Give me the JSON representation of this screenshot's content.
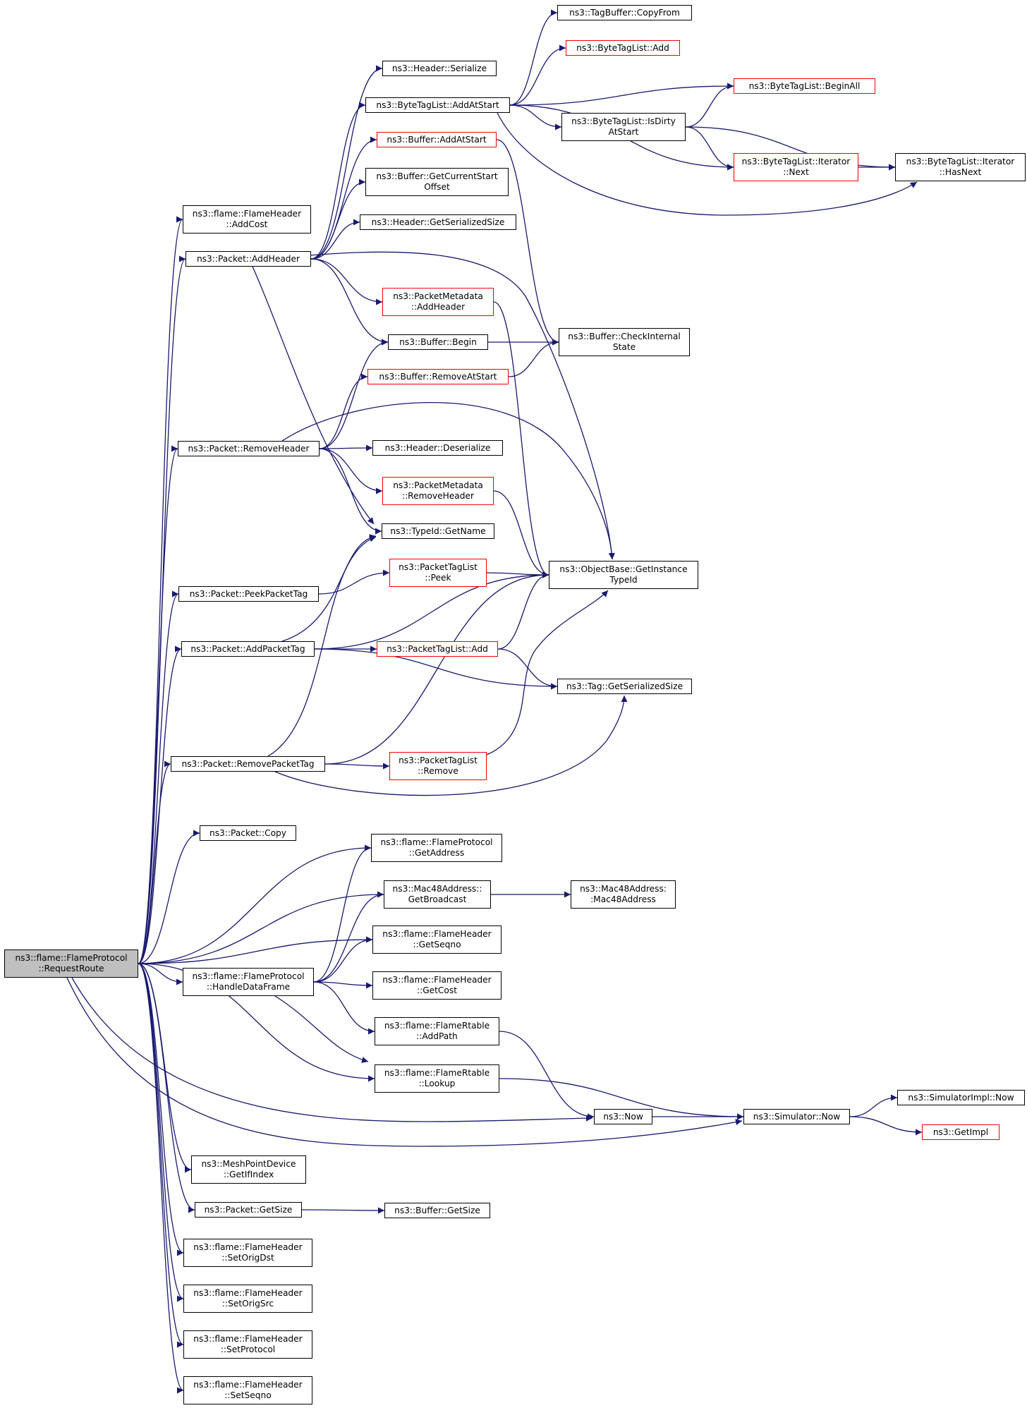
{
  "graph": {
    "edge_color": "#191970",
    "truncated_border_color": "#ff0000",
    "root_fill": "#bfbfbf",
    "nodes": [
      {
        "id": "root",
        "lines": [
          "ns3::flame::FlameProtocol",
          "::RequestRoute"
        ],
        "truncated": false,
        "root": true
      },
      {
        "id": "addcost",
        "lines": [
          "ns3::flame::FlameHeader",
          "::AddCost"
        ],
        "truncated": false
      },
      {
        "id": "addheader",
        "lines": [
          "ns3::Packet::AddHeader"
        ],
        "truncated": false
      },
      {
        "id": "removeheader",
        "lines": [
          "ns3::Packet::RemoveHeader"
        ],
        "truncated": false
      },
      {
        "id": "peekpackettag",
        "lines": [
          "ns3::Packet::PeekPacketTag"
        ],
        "truncated": false
      },
      {
        "id": "addpackettag",
        "lines": [
          "ns3::Packet::AddPacketTag"
        ],
        "truncated": false
      },
      {
        "id": "removepackettag",
        "lines": [
          "ns3::Packet::RemovePacketTag"
        ],
        "truncated": false
      },
      {
        "id": "copy",
        "lines": [
          "ns3::Packet::Copy"
        ],
        "truncated": false
      },
      {
        "id": "handledataframe",
        "lines": [
          "ns3::flame::FlameProtocol",
          "::HandleDataFrame"
        ],
        "truncated": false
      },
      {
        "id": "meshgetifindex",
        "lines": [
          "ns3::MeshPointDevice",
          "::GetIfIndex"
        ],
        "truncated": false
      },
      {
        "id": "packetgetsize",
        "lines": [
          "ns3::Packet::GetSize"
        ],
        "truncated": false
      },
      {
        "id": "setorigdst",
        "lines": [
          "ns3::flame::FlameHeader",
          "::SetOrigDst"
        ],
        "truncated": false
      },
      {
        "id": "setorigsrc",
        "lines": [
          "ns3::flame::FlameHeader",
          "::SetOrigSrc"
        ],
        "truncated": false
      },
      {
        "id": "setprotocol",
        "lines": [
          "ns3::flame::FlameHeader",
          "::SetProtocol"
        ],
        "truncated": false
      },
      {
        "id": "setseqno",
        "lines": [
          "ns3::flame::FlameHeader",
          "::SetSeqno"
        ],
        "truncated": false
      },
      {
        "id": "headerserialize",
        "lines": [
          "ns3::Header::Serialize"
        ],
        "truncated": false
      },
      {
        "id": "bytetagaddatstart",
        "lines": [
          "ns3::ByteTagList::AddAtStart"
        ],
        "truncated": false
      },
      {
        "id": "bufferaddatstart",
        "lines": [
          "ns3::Buffer::AddAtStart"
        ],
        "truncated": true
      },
      {
        "id": "buffergetcurrentstart",
        "lines": [
          "ns3::Buffer::GetCurrentStart",
          "Offset"
        ],
        "truncated": false
      },
      {
        "id": "headergetserializedsize",
        "lines": [
          "ns3::Header::GetSerializedSize"
        ],
        "truncated": false
      },
      {
        "id": "pmaddheader",
        "lines": [
          "ns3::PacketMetadata",
          "::AddHeader"
        ],
        "truncated": true
      },
      {
        "id": "bufferbegin",
        "lines": [
          "ns3::Buffer::Begin"
        ],
        "truncated": false
      },
      {
        "id": "bufferremoveatstart",
        "lines": [
          "ns3::Buffer::RemoveAtStart"
        ],
        "truncated": true
      },
      {
        "id": "headerdeserialize",
        "lines": [
          "ns3::Header::Deserialize"
        ],
        "truncated": false
      },
      {
        "id": "pmremoveheader",
        "lines": [
          "ns3::PacketMetadata",
          "::RemoveHeader"
        ],
        "truncated": true
      },
      {
        "id": "typeidgetname",
        "lines": [
          "ns3::TypeId::GetName"
        ],
        "truncated": false
      },
      {
        "id": "ptlpeek",
        "lines": [
          "ns3::PacketTagList",
          "::Peek"
        ],
        "truncated": true
      },
      {
        "id": "ptladd",
        "lines": [
          "ns3::PacketTagList::Add"
        ],
        "truncated": true
      },
      {
        "id": "ptlremove",
        "lines": [
          "ns3::PacketTagList",
          "::Remove"
        ],
        "truncated": true
      },
      {
        "id": "fpgetaddress",
        "lines": [
          "ns3::flame::FlameProtocol",
          "::GetAddress"
        ],
        "truncated": false
      },
      {
        "id": "macgetbroadcast",
        "lines": [
          "ns3::Mac48Address::",
          "GetBroadcast"
        ],
        "truncated": false
      },
      {
        "id": "fhgetseqno",
        "lines": [
          "ns3::flame::FlameHeader",
          "::GetSeqno"
        ],
        "truncated": false
      },
      {
        "id": "fhgetcost",
        "lines": [
          "ns3::flame::FlameHeader",
          "::GetCost"
        ],
        "truncated": false
      },
      {
        "id": "rtaddpath",
        "lines": [
          "ns3::flame::FlameRtable",
          "::AddPath"
        ],
        "truncated": false
      },
      {
        "id": "rtlookup",
        "lines": [
          "ns3::flame::FlameRtable",
          "::Lookup"
        ],
        "truncated": false
      },
      {
        "id": "now",
        "lines": [
          "ns3::Now"
        ],
        "truncated": false
      },
      {
        "id": "buffergetsize",
        "lines": [
          "ns3::Buffer::GetSize"
        ],
        "truncated": false
      },
      {
        "id": "tagbuffercopyfrom",
        "lines": [
          "ns3::TagBuffer::CopyFrom"
        ],
        "truncated": false
      },
      {
        "id": "btladd",
        "lines": [
          "ns3::ByteTagList::Add"
        ],
        "truncated": true
      },
      {
        "id": "btlbeginall",
        "lines": [
          "ns3::ByteTagList::BeginAll"
        ],
        "truncated": true
      },
      {
        "id": "btlisdirty",
        "lines": [
          "ns3::ByteTagList::IsDirty",
          "AtStart"
        ],
        "truncated": false
      },
      {
        "id": "btlitnext",
        "lines": [
          "ns3::ByteTagList::Iterator",
          "::Next"
        ],
        "truncated": true
      },
      {
        "id": "btlithasnext",
        "lines": [
          "ns3::ByteTagList::Iterator",
          "::HasNext"
        ],
        "truncated": false
      },
      {
        "id": "buffercheckinternal",
        "lines": [
          "ns3::Buffer::CheckInternal",
          "State"
        ],
        "truncated": false
      },
      {
        "id": "objgetinstancetypeid",
        "lines": [
          "ns3::ObjectBase::GetInstance",
          "TypeId"
        ],
        "truncated": false
      },
      {
        "id": "taggetserializedsize",
        "lines": [
          "ns3::Tag::GetSerializedSize"
        ],
        "truncated": false
      },
      {
        "id": "macmac48",
        "lines": [
          "ns3::Mac48Address:",
          ":Mac48Address"
        ],
        "truncated": false
      },
      {
        "id": "simnow",
        "lines": [
          "ns3::Simulator::Now"
        ],
        "truncated": false
      },
      {
        "id": "simimplnow",
        "lines": [
          "ns3::SimulatorImpl::Now"
        ],
        "truncated": false
      },
      {
        "id": "getimpl",
        "lines": [
          "ns3::GetImpl"
        ],
        "truncated": true
      }
    ],
    "edges": [
      [
        "root",
        "addcost"
      ],
      [
        "root",
        "addheader"
      ],
      [
        "root",
        "removeheader"
      ],
      [
        "root",
        "peekpackettag"
      ],
      [
        "root",
        "addpackettag"
      ],
      [
        "root",
        "removepackettag"
      ],
      [
        "root",
        "copy"
      ],
      [
        "root",
        "fpgetaddress"
      ],
      [
        "root",
        "macgetbroadcast"
      ],
      [
        "root",
        "fhgetseqno"
      ],
      [
        "root",
        "handledataframe"
      ],
      [
        "root",
        "rtlookup"
      ],
      [
        "root",
        "now"
      ],
      [
        "root",
        "simnow"
      ],
      [
        "root",
        "meshgetifindex"
      ],
      [
        "root",
        "packetgetsize"
      ],
      [
        "root",
        "setorigdst"
      ],
      [
        "root",
        "setorigsrc"
      ],
      [
        "root",
        "setprotocol"
      ],
      [
        "root",
        "setseqno"
      ],
      [
        "addheader",
        "headerserialize"
      ],
      [
        "addheader",
        "bytetagaddatstart"
      ],
      [
        "addheader",
        "bufferaddatstart"
      ],
      [
        "addheader",
        "buffergetcurrentstart"
      ],
      [
        "addheader",
        "headergetserializedsize"
      ],
      [
        "addheader",
        "pmaddheader"
      ],
      [
        "addheader",
        "bufferbegin"
      ],
      [
        "addheader",
        "typeidgetname"
      ],
      [
        "addheader",
        "objgetinstancetypeid"
      ],
      [
        "bytetagaddatstart",
        "tagbuffercopyfrom"
      ],
      [
        "bytetagaddatstart",
        "btladd"
      ],
      [
        "bytetagaddatstart",
        "btlbeginall"
      ],
      [
        "bytetagaddatstart",
        "btlisdirty"
      ],
      [
        "bytetagaddatstart",
        "btlitnext"
      ],
      [
        "bytetagaddatstart",
        "btlithasnext"
      ],
      [
        "btlisdirty",
        "btlbeginall"
      ],
      [
        "btlisdirty",
        "btlitnext"
      ],
      [
        "btlisdirty",
        "btlithasnext"
      ],
      [
        "btlitnext",
        "btlithasnext"
      ],
      [
        "bufferaddatstart",
        "buffercheckinternal"
      ],
      [
        "bufferbegin",
        "buffercheckinternal"
      ],
      [
        "bufferremoveatstart",
        "buffercheckinternal"
      ],
      [
        "pmaddheader",
        "objgetinstancetypeid"
      ],
      [
        "removeheader",
        "bufferbegin"
      ],
      [
        "removeheader",
        "bufferremoveatstart"
      ],
      [
        "removeheader",
        "headerdeserialize"
      ],
      [
        "removeheader",
        "pmremoveheader"
      ],
      [
        "removeheader",
        "typeidgetname"
      ],
      [
        "removeheader",
        "objgetinstancetypeid"
      ],
      [
        "pmremoveheader",
        "objgetinstancetypeid"
      ],
      [
        "peekpackettag",
        "ptlpeek"
      ],
      [
        "ptlpeek",
        "objgetinstancetypeid"
      ],
      [
        "addpackettag",
        "typeidgetname"
      ],
      [
        "addpackettag",
        "objgetinstancetypeid"
      ],
      [
        "addpackettag",
        "ptladd"
      ],
      [
        "addpackettag",
        "taggetserializedsize"
      ],
      [
        "ptladd",
        "objgetinstancetypeid"
      ],
      [
        "ptladd",
        "taggetserializedsize"
      ],
      [
        "removepackettag",
        "typeidgetname"
      ],
      [
        "removepackettag",
        "objgetinstancetypeid"
      ],
      [
        "removepackettag",
        "ptlremove"
      ],
      [
        "removepackettag",
        "taggetserializedsize"
      ],
      [
        "ptlremove",
        "objgetinstancetypeid"
      ],
      [
        "handledataframe",
        "fpgetaddress"
      ],
      [
        "handledataframe",
        "macgetbroadcast"
      ],
      [
        "handledataframe",
        "fhgetseqno"
      ],
      [
        "handledataframe",
        "fhgetcost"
      ],
      [
        "handledataframe",
        "rtaddpath"
      ],
      [
        "handledataframe",
        "rtlookup"
      ],
      [
        "macgetbroadcast",
        "macmac48"
      ],
      [
        "rtaddpath",
        "now"
      ],
      [
        "rtlookup",
        "simnow"
      ],
      [
        "now",
        "simnow"
      ],
      [
        "simnow",
        "simimplnow"
      ],
      [
        "simnow",
        "getimpl"
      ],
      [
        "packetgetsize",
        "buffergetsize"
      ]
    ]
  }
}
